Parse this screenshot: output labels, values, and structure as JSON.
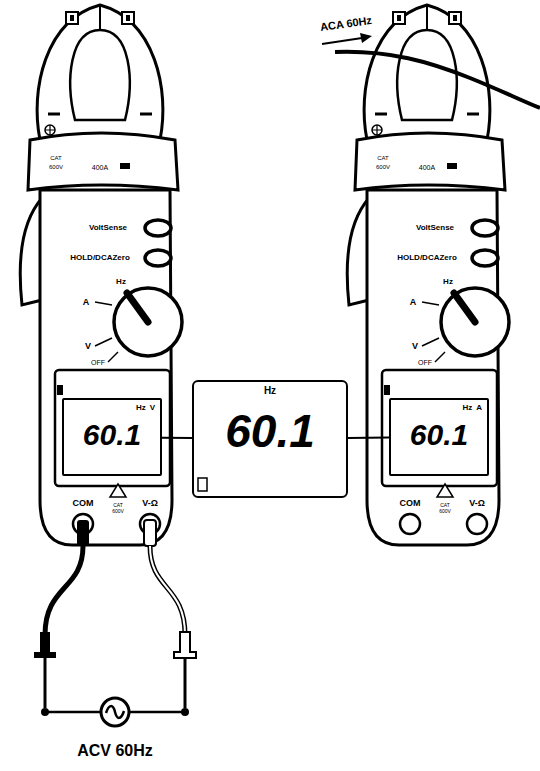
{
  "diagram": {
    "nodes": [
      {
        "text": [
          "Hz",
          "V",
          "60.1"
        ]
      },
      {
        "text": [
          "Hz",
          "60.1"
        ]
      },
      {
        "text": [
          "Hz",
          "A",
          "60.1"
        ]
      }
    ],
    "edges": [
      {
        "from": 1,
        "to": 0,
        "arrow": "none"
      },
      {
        "from": 1,
        "to": 2,
        "arrow": "none"
      }
    ],
    "labels": [
      "ACA 60Hz",
      "CAT",
      "600V",
      "400A",
      "VoltSense",
      "HOLD/DCAZero",
      "Hz",
      "A",
      "V",
      "OFF",
      "COM",
      "CAT",
      "600V",
      "V-Ω",
      "CAT",
      "600V",
      "400A",
      "VoltSense",
      "HOLD/DCAZero",
      "Hz",
      "A",
      "V",
      "OFF",
      "COM",
      "CAT",
      "600V",
      "V-Ω",
      "ACV 60Hz"
    ]
  }
}
